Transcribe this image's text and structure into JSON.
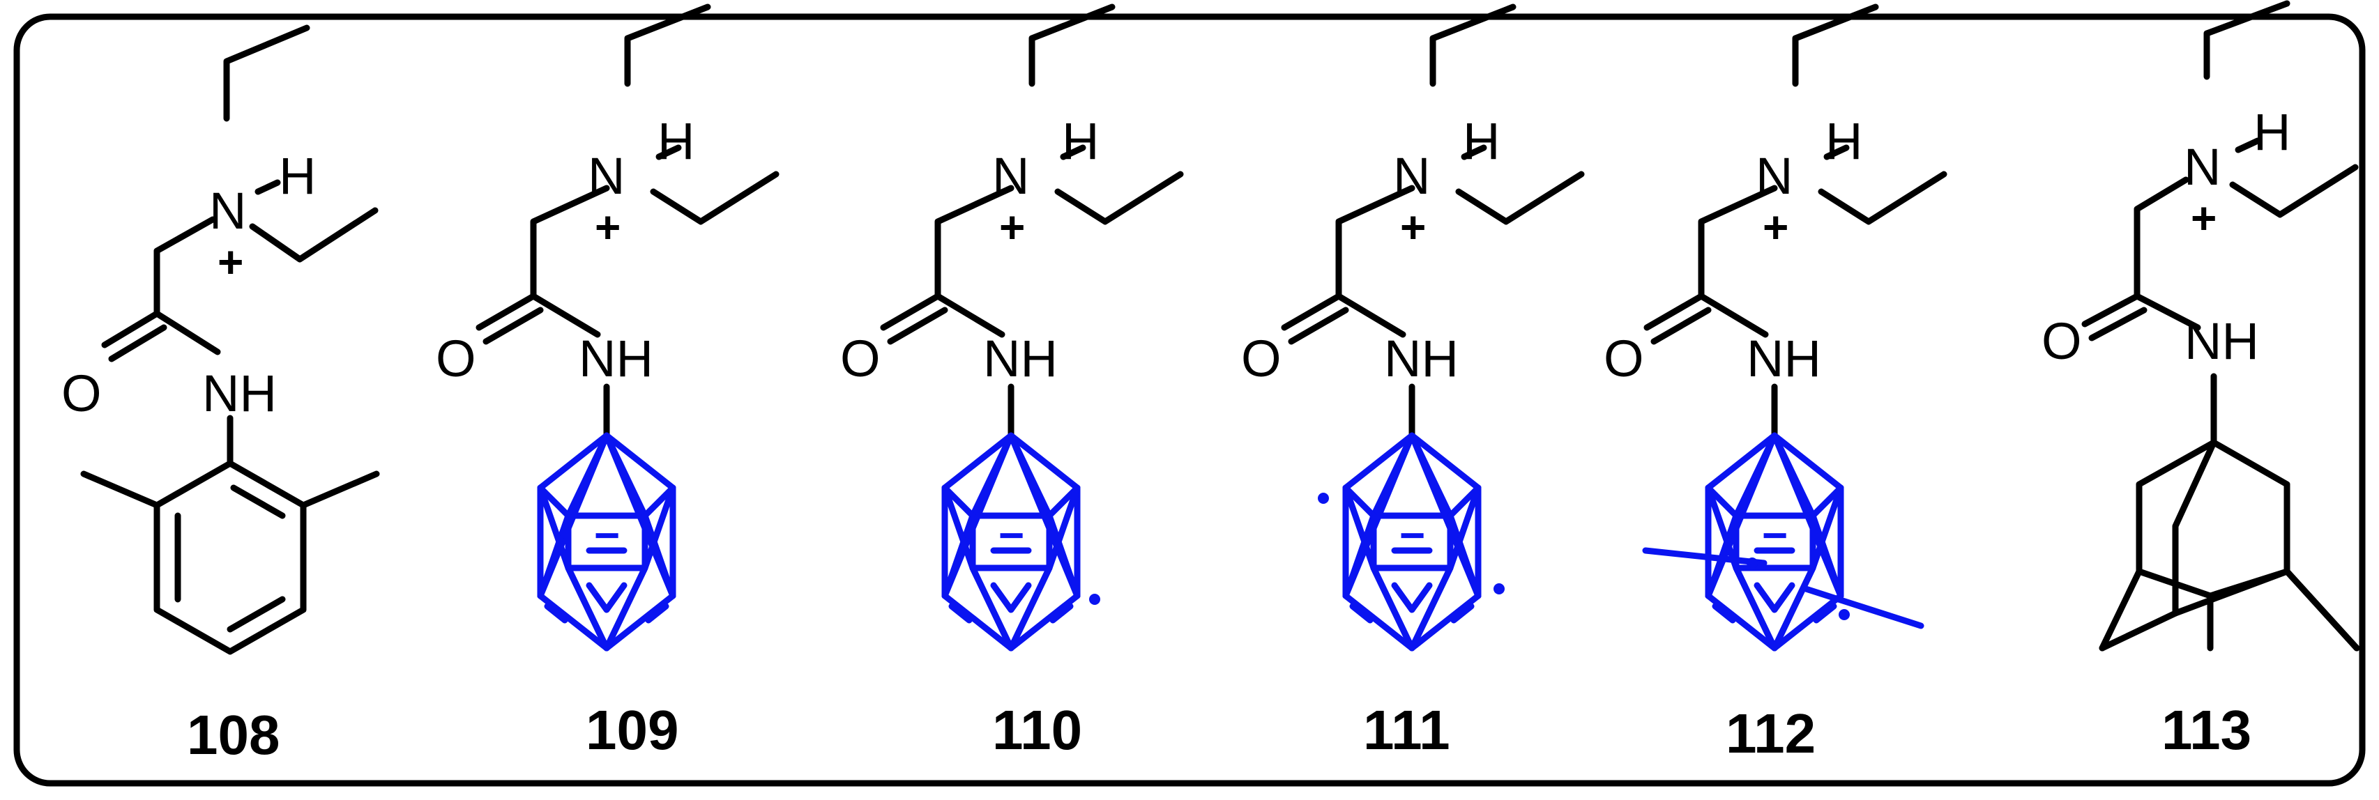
{
  "compounds": [
    {
      "label": "108",
      "core": "2,6-dimethylphenyl"
    },
    {
      "label": "109",
      "core": "carborane"
    },
    {
      "label": "110",
      "core": "carborane"
    },
    {
      "label": "111",
      "core": "carborane"
    },
    {
      "label": "112",
      "core": "carborane"
    },
    {
      "label": "113",
      "core": "adamantyl"
    }
  ],
  "atom_labels": {
    "nitrogen": "N",
    "hydrogen": "H",
    "amide_nh": "NH",
    "oxygen": "O",
    "plus": "+",
    "minus": "−"
  },
  "colors": {
    "frame": "#000000",
    "bonds": "#000000",
    "carborane": "#0a14f0"
  }
}
